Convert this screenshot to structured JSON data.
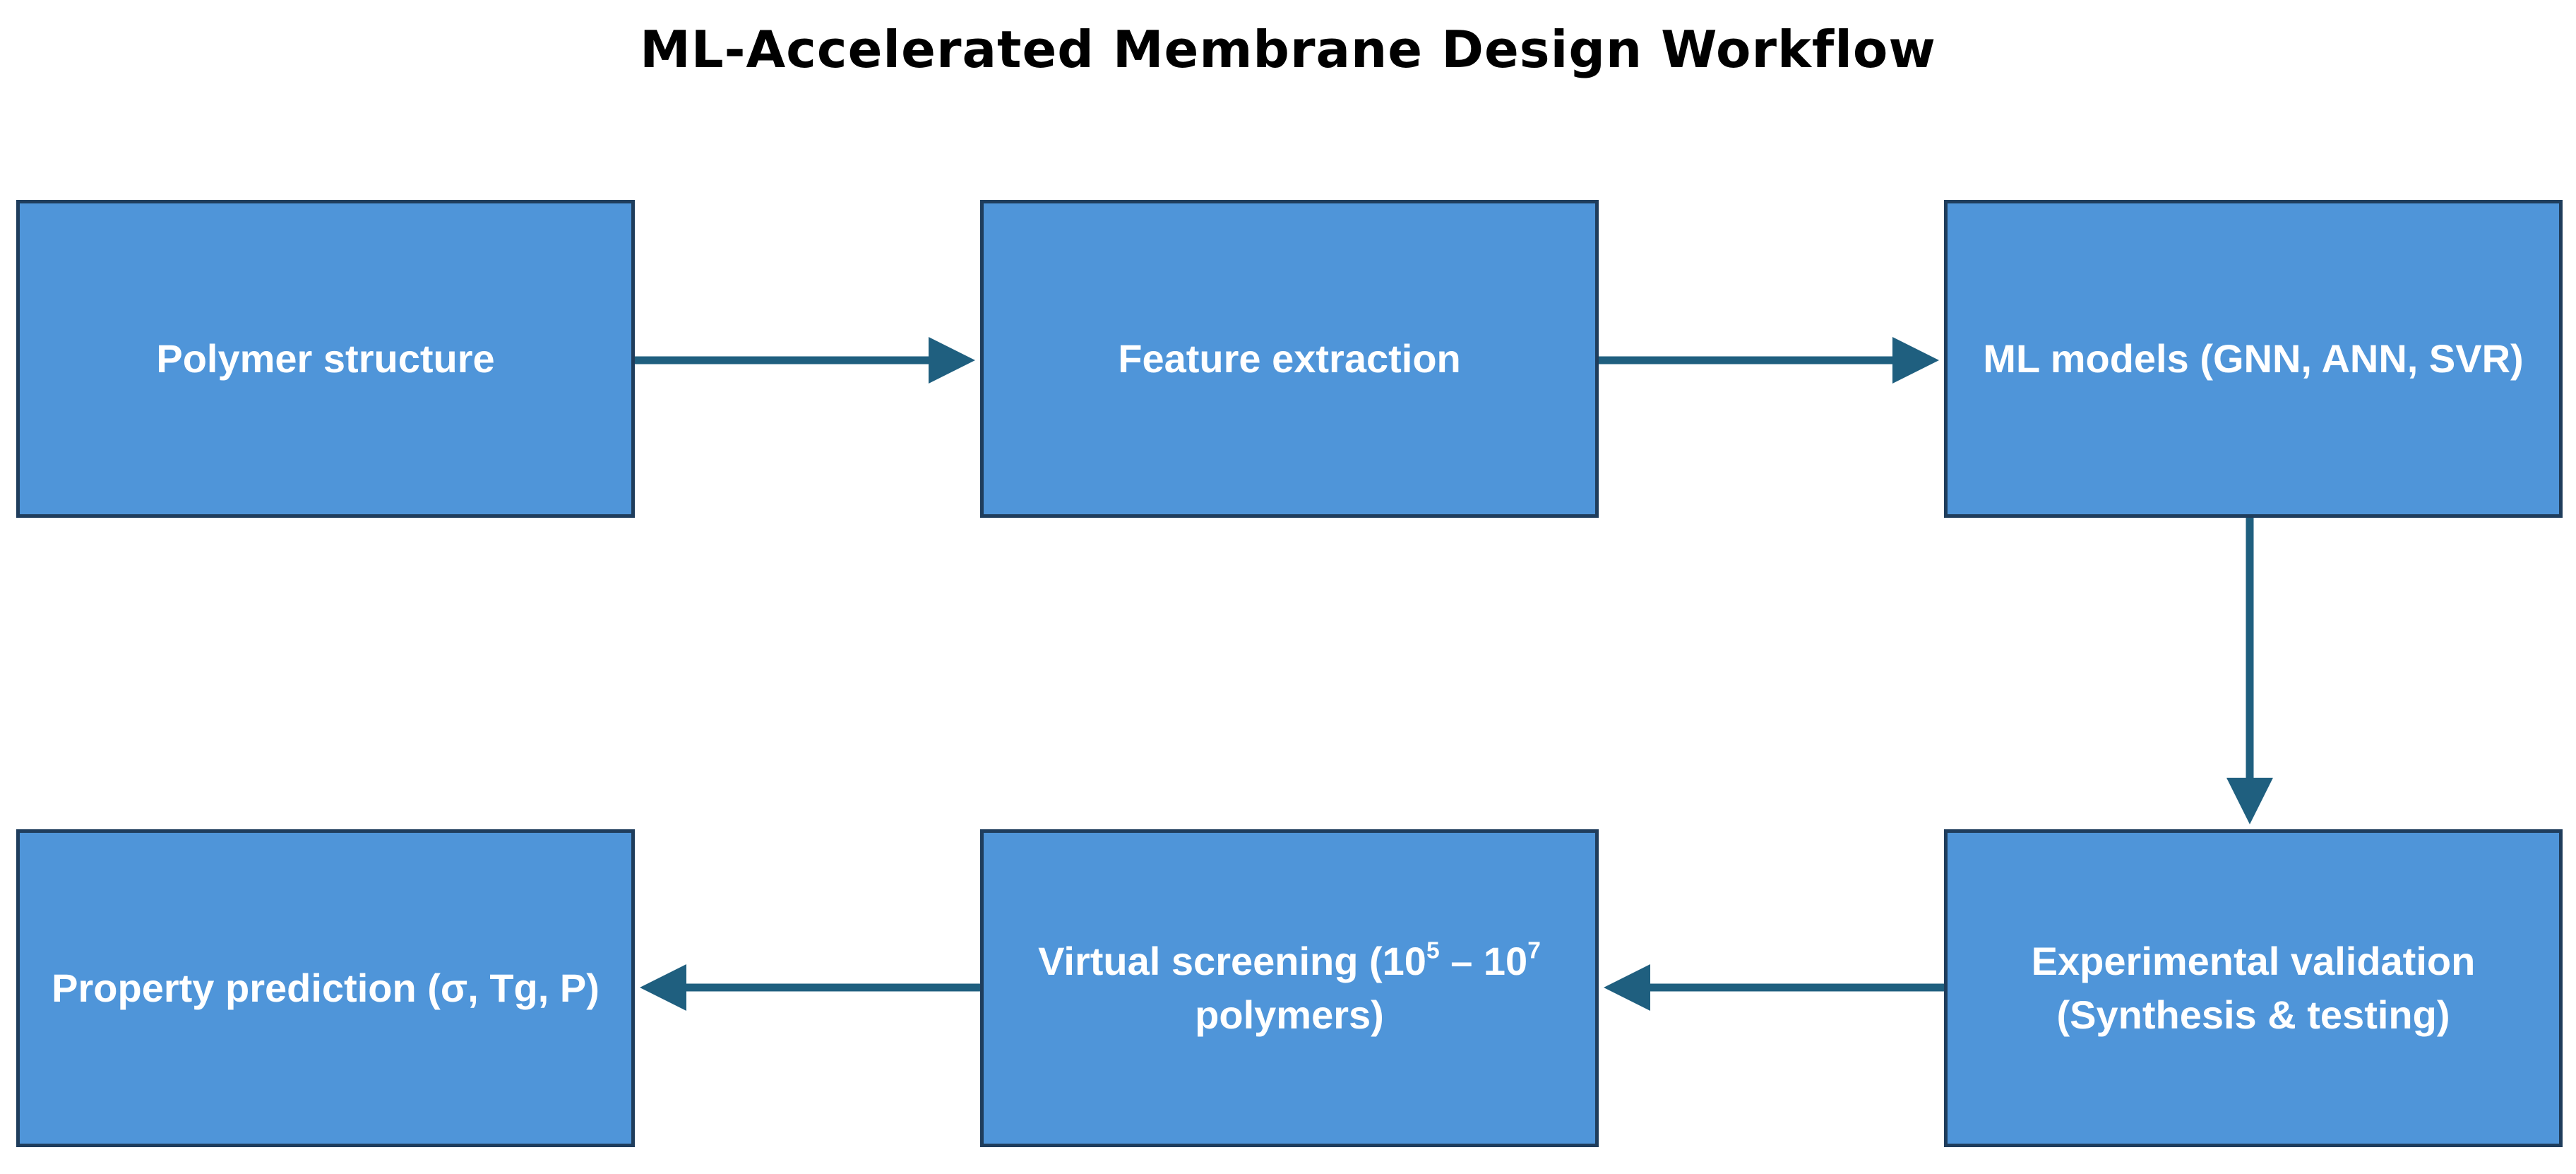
{
  "title": "ML-Accelerated Membrane Design Workflow",
  "nodes": {
    "polymer_structure": "Polymer structure",
    "feature_extraction": "Feature extraction",
    "ml_models": "ML models (GNN, ANN, SVR)",
    "experimental_validation_line1": "Experimental validation",
    "experimental_validation_line2": "(Synthesis & testing)",
    "virtual_screening_prefix": "Virtual screening (10",
    "virtual_screening_exp1": "5",
    "virtual_screening_mid": " – 10",
    "virtual_screening_exp2": "7",
    "virtual_screening_line2": "polymers)",
    "property_prediction": "Property prediction (σ, Tg, P)"
  },
  "colors": {
    "box_fill": "#4f95d9",
    "box_border": "#1f3d5c",
    "arrow": "#1f5f7f",
    "text": "#ffffff"
  }
}
